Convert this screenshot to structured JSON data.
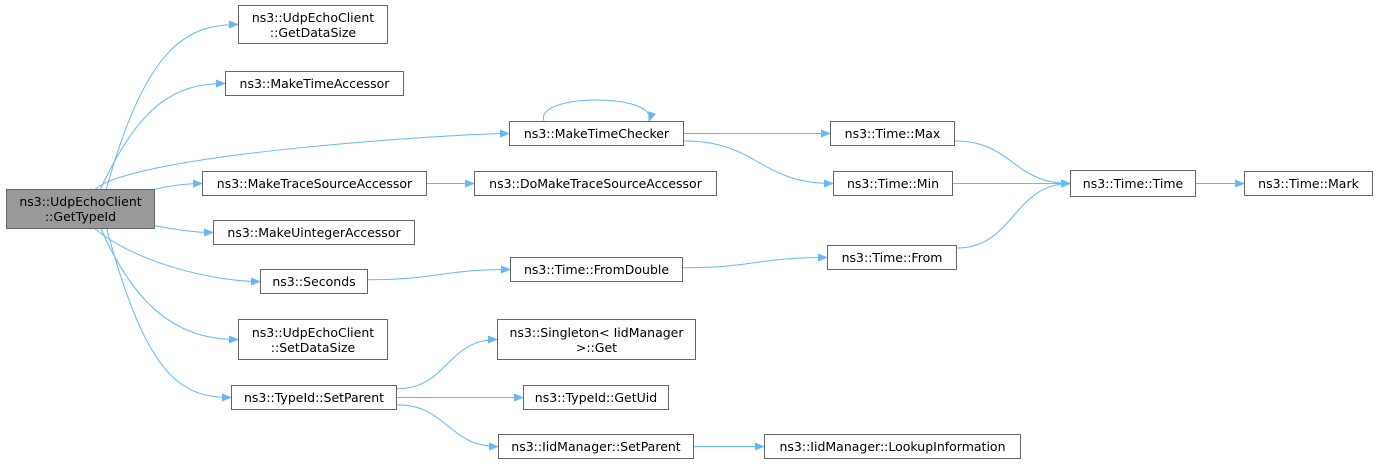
{
  "colors": {
    "edge": "#63b8ff",
    "node_border": "#666666",
    "root_fill": "#999999"
  },
  "nodes": [
    {
      "id": "root",
      "lines": [
        "ns3::UdpEchoClient",
        "::GetTypeId"
      ],
      "root": true
    },
    {
      "id": "getdatasize",
      "lines": [
        "ns3::UdpEchoClient",
        "::GetDataSize"
      ]
    },
    {
      "id": "maketimeaccessor",
      "lines": [
        "ns3::MakeTimeAccessor"
      ]
    },
    {
      "id": "maketimechecker",
      "lines": [
        "ns3::MakeTimeChecker"
      ]
    },
    {
      "id": "maketracesourceaccessor",
      "lines": [
        "ns3::MakeTraceSourceAccessor"
      ]
    },
    {
      "id": "makeuintegeraccessor",
      "lines": [
        "ns3::MakeUintegerAccessor"
      ]
    },
    {
      "id": "seconds",
      "lines": [
        "ns3::Seconds"
      ]
    },
    {
      "id": "setdatasize",
      "lines": [
        "ns3::UdpEchoClient",
        "::SetDataSize"
      ]
    },
    {
      "id": "typeid-setparent",
      "lines": [
        "ns3::TypeId::SetParent"
      ]
    },
    {
      "id": "time-max",
      "lines": [
        "ns3::Time::Max"
      ]
    },
    {
      "id": "time-min",
      "lines": [
        "ns3::Time::Min"
      ]
    },
    {
      "id": "domaketracesourceaccessor",
      "lines": [
        "ns3::DoMakeTraceSourceAccessor"
      ]
    },
    {
      "id": "time-fromdouble",
      "lines": [
        "ns3::Time::FromDouble"
      ]
    },
    {
      "id": "time-from",
      "lines": [
        "ns3::Time::From"
      ]
    },
    {
      "id": "time-time",
      "lines": [
        "ns3::Time::Time"
      ]
    },
    {
      "id": "time-mark",
      "lines": [
        "ns3::Time::Mark"
      ]
    },
    {
      "id": "singleton-get",
      "lines": [
        "ns3::Singleton< IidManager",
        ">::Get"
      ]
    },
    {
      "id": "typeid-getuid",
      "lines": [
        "ns3::TypeId::GetUid"
      ]
    },
    {
      "id": "iidmanager-setparent",
      "lines": [
        "ns3::IidManager::SetParent"
      ]
    },
    {
      "id": "iidmanager-lookupinformation",
      "lines": [
        "ns3::IidManager::LookupInformation"
      ]
    }
  ],
  "edges": [
    {
      "from": "root",
      "to": "getdatasize"
    },
    {
      "from": "root",
      "to": "maketimeaccessor"
    },
    {
      "from": "root",
      "to": "maketimechecker"
    },
    {
      "from": "root",
      "to": "maketracesourceaccessor"
    },
    {
      "from": "root",
      "to": "makeuintegeraccessor"
    },
    {
      "from": "root",
      "to": "seconds"
    },
    {
      "from": "root",
      "to": "setdatasize"
    },
    {
      "from": "root",
      "to": "typeid-setparent"
    },
    {
      "from": "maketimechecker",
      "to": "maketimechecker"
    },
    {
      "from": "maketimechecker",
      "to": "time-max"
    },
    {
      "from": "maketimechecker",
      "to": "time-min"
    },
    {
      "from": "maketracesourceaccessor",
      "to": "domaketracesourceaccessor"
    },
    {
      "from": "seconds",
      "to": "time-fromdouble"
    },
    {
      "from": "time-fromdouble",
      "to": "time-from"
    },
    {
      "from": "time-max",
      "to": "time-time"
    },
    {
      "from": "time-min",
      "to": "time-time"
    },
    {
      "from": "time-from",
      "to": "time-time"
    },
    {
      "from": "time-time",
      "to": "time-mark"
    },
    {
      "from": "typeid-setparent",
      "to": "singleton-get"
    },
    {
      "from": "typeid-setparent",
      "to": "typeid-getuid"
    },
    {
      "from": "typeid-setparent",
      "to": "iidmanager-setparent"
    },
    {
      "from": "iidmanager-setparent",
      "to": "iidmanager-lookupinformation"
    }
  ]
}
